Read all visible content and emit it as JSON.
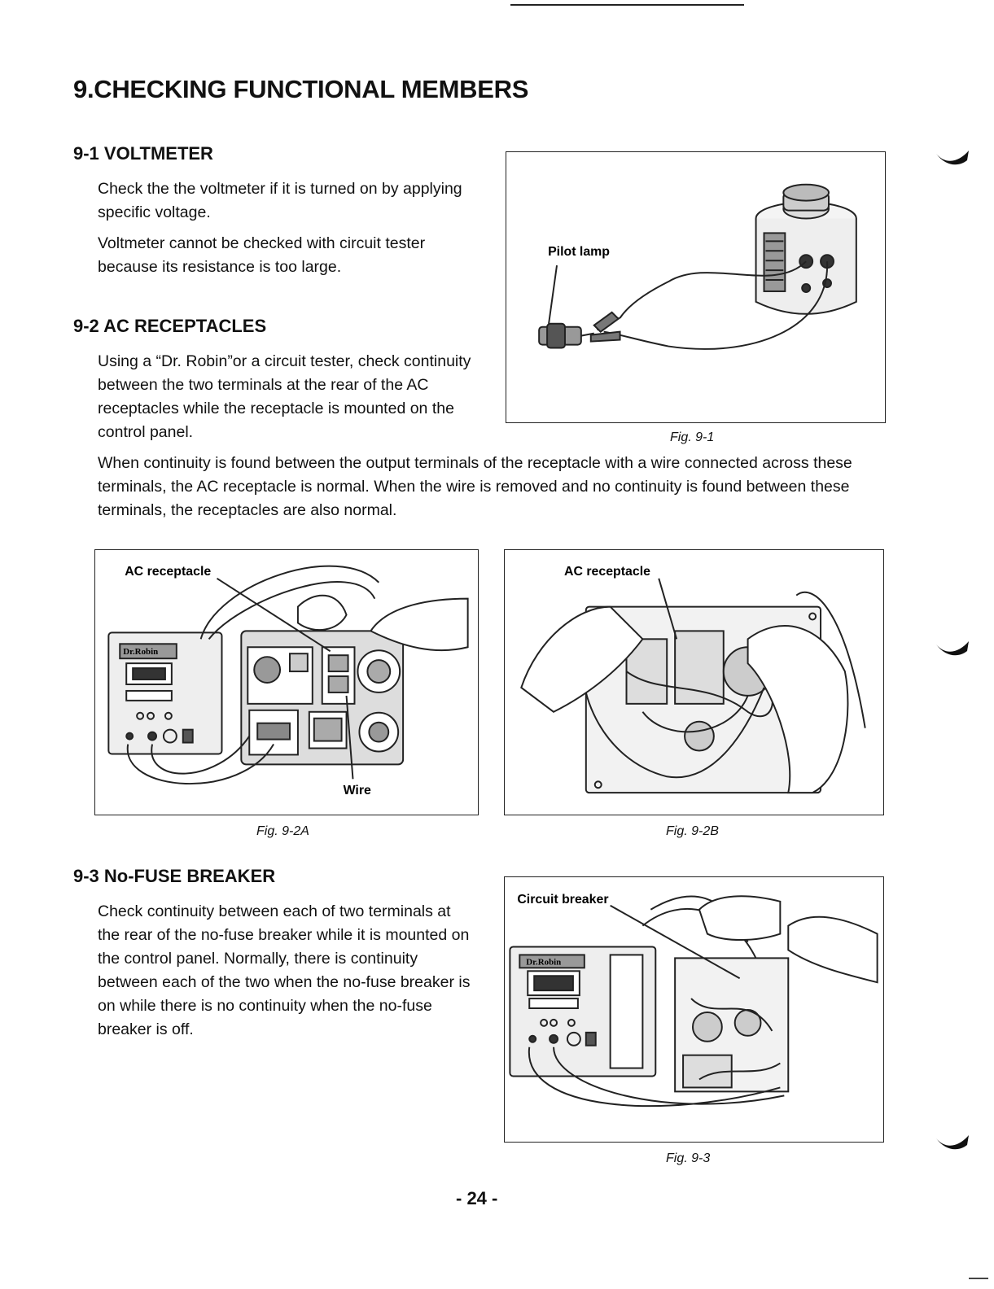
{
  "page": {
    "title": "9.CHECKING FUNCTIONAL MEMBERS",
    "page_number": "- 24 -"
  },
  "sections": {
    "voltmeter": {
      "heading": "9-1 VOLTMETER",
      "p1": "Check the the voltmeter if it is turned on by applying specific voltage.",
      "p2": "Voltmeter cannot be checked with circuit tester because its resistance is too large."
    },
    "ac_receptacles": {
      "heading": "9-2 AC RECEPTACLES",
      "p1": "Using a “Dr. Robin”or a circuit tester, check continuity between the two terminals at the rear of the AC receptacles while the receptacle is mounted on the control panel.",
      "p2": "When continuity is found between the output terminals of the receptacle with a wire connected across these terminals, the AC receptacle is normal. When the wire is removed and no continuity is found between these terminals, the receptacles are also normal."
    },
    "breaker": {
      "heading": "9-3 No-FUSE BREAKER",
      "p1": "Check continuity between each of two terminals at the rear of the no-fuse breaker while it is mounted on the control panel. Normally, there is continuity between each of the two when the no-fuse breaker is on while there is no continuity when the no-fuse breaker is off."
    }
  },
  "figures": {
    "fig1": {
      "caption": "Fig. 9-1",
      "label": "Pilot lamp"
    },
    "fig2a": {
      "caption": "Fig. 9-2A",
      "label1": "AC receptacle",
      "label2": "Wire",
      "brand": "Dr.Robin"
    },
    "fig2b": {
      "caption": "Fig. 9-2B",
      "label1": "AC receptacle"
    },
    "fig3": {
      "caption": "Fig. 9-3",
      "label1": "Circuit breaker",
      "brand": "Dr.Robin"
    }
  }
}
